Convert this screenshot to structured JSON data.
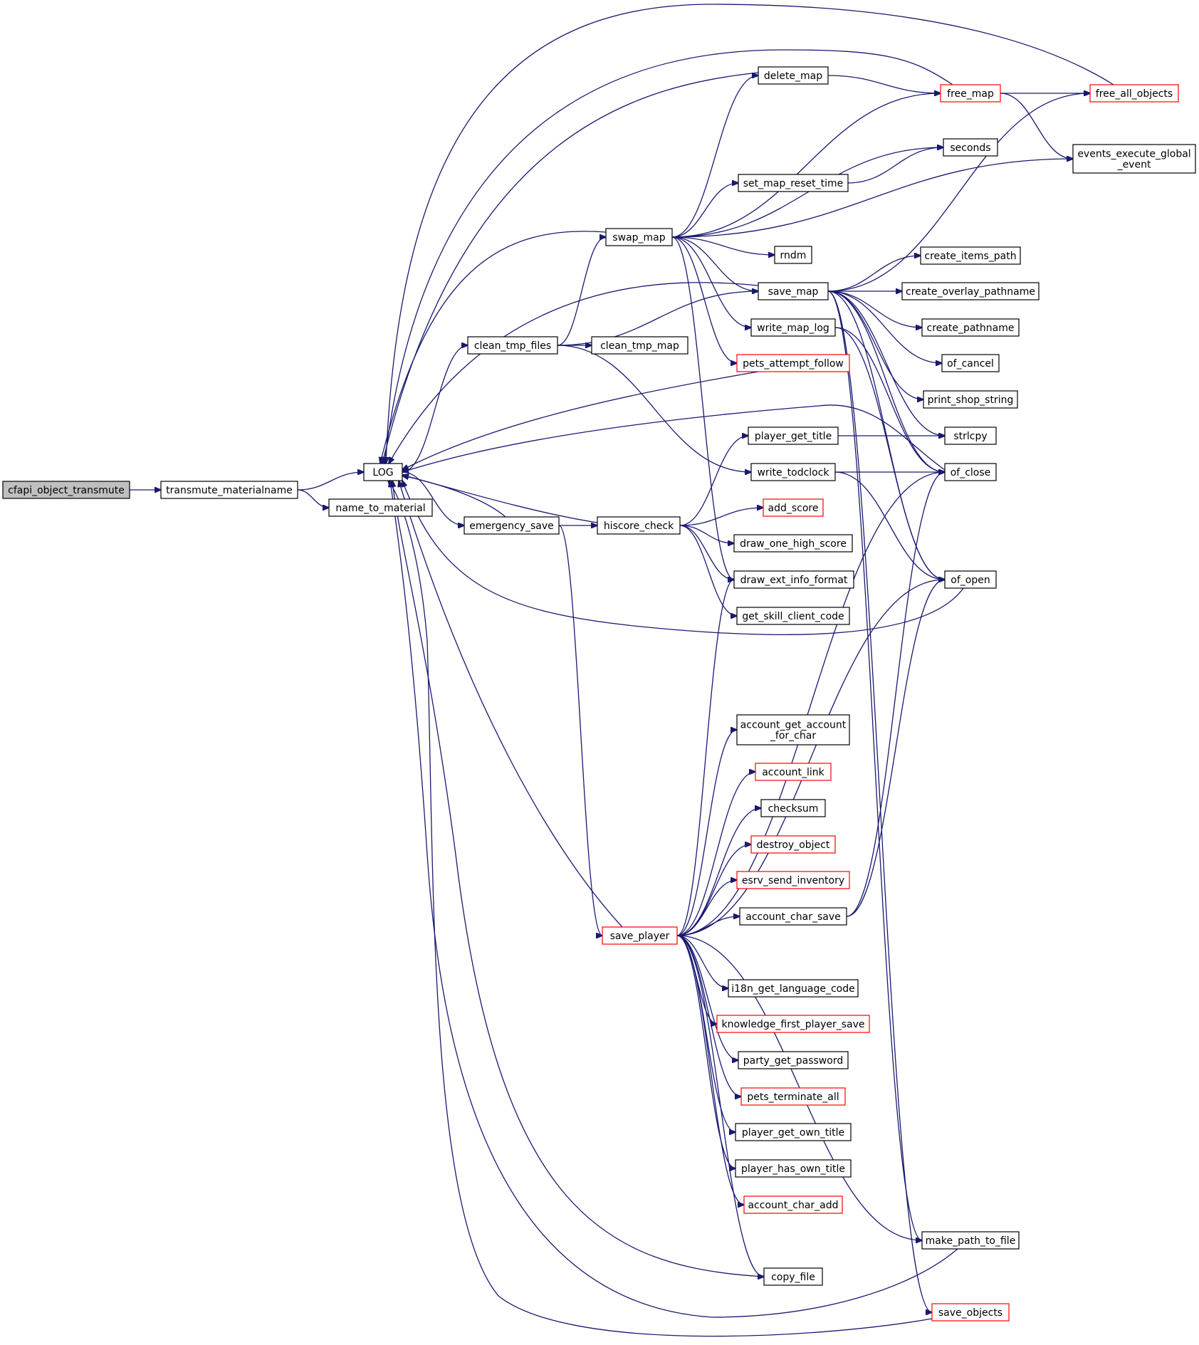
{
  "colors": {
    "edge": "#191970",
    "node_border_default": "#000000",
    "node_border_truncated": "#ff0000",
    "root_fill": "#bfbfbf",
    "node_fill": "#ffffff"
  },
  "nodes": {
    "cfapi_object_transmute": {
      "label": "cfapi_object_transmute",
      "style": "root"
    },
    "transmute_materialname": {
      "label": "transmute_materialname",
      "style": "normal"
    },
    "LOG": {
      "label": "LOG",
      "style": "normal"
    },
    "name_to_material": {
      "label": "name_to_material",
      "style": "normal"
    },
    "clean_tmp_files": {
      "label": "clean_tmp_files",
      "style": "normal"
    },
    "emergency_save": {
      "label": "emergency_save",
      "style": "normal"
    },
    "swap_map": {
      "label": "swap_map",
      "style": "normal"
    },
    "clean_tmp_map": {
      "label": "clean_tmp_map",
      "style": "normal"
    },
    "hiscore_check": {
      "label": "hiscore_check",
      "style": "normal"
    },
    "save_player": {
      "label": "save_player",
      "style": "truncated"
    },
    "delete_map": {
      "label": "delete_map",
      "style": "normal"
    },
    "set_map_reset_time": {
      "label": "set_map_reset_time",
      "style": "normal"
    },
    "rndm": {
      "label": "rndm",
      "style": "normal"
    },
    "save_map": {
      "label": "save_map",
      "style": "normal"
    },
    "write_map_log": {
      "label": "write_map_log",
      "style": "normal"
    },
    "pets_attempt_follow": {
      "label": "pets_attempt_follow",
      "style": "truncated"
    },
    "player_get_title": {
      "label": "player_get_title",
      "style": "normal"
    },
    "write_todclock": {
      "label": "write_todclock",
      "style": "normal"
    },
    "add_score": {
      "label": "add_score",
      "style": "truncated"
    },
    "draw_one_high_score": {
      "label": "draw_one_high_score",
      "style": "normal"
    },
    "draw_ext_info_format": {
      "label": "draw_ext_info_format",
      "style": "normal"
    },
    "get_skill_client_code": {
      "label": "get_skill_client_code",
      "style": "normal"
    },
    "account_get_account_for_char": {
      "label": "account_get_account\n_for_char",
      "style": "normal"
    },
    "account_link": {
      "label": "account_link",
      "style": "truncated"
    },
    "checksum": {
      "label": "checksum",
      "style": "normal"
    },
    "destroy_object": {
      "label": "destroy_object",
      "style": "truncated"
    },
    "esrv_send_inventory": {
      "label": "esrv_send_inventory",
      "style": "truncated"
    },
    "account_char_save": {
      "label": "account_char_save",
      "style": "normal"
    },
    "i18n_get_language_code": {
      "label": "i18n_get_language_code",
      "style": "normal"
    },
    "knowledge_first_player_save": {
      "label": "knowledge_first_player_save",
      "style": "truncated"
    },
    "party_get_password": {
      "label": "party_get_password",
      "style": "normal"
    },
    "pets_terminate_all": {
      "label": "pets_terminate_all",
      "style": "truncated"
    },
    "player_get_own_title": {
      "label": "player_get_own_title",
      "style": "normal"
    },
    "player_has_own_title": {
      "label": "player_has_own_title",
      "style": "normal"
    },
    "account_char_add": {
      "label": "account_char_add",
      "style": "truncated"
    },
    "copy_file": {
      "label": "copy_file",
      "style": "normal"
    },
    "free_map": {
      "label": "free_map",
      "style": "truncated"
    },
    "seconds": {
      "label": "seconds",
      "style": "normal"
    },
    "create_items_path": {
      "label": "create_items_path",
      "style": "normal"
    },
    "create_overlay_pathname": {
      "label": "create_overlay_pathname",
      "style": "normal"
    },
    "create_pathname": {
      "label": "create_pathname",
      "style": "normal"
    },
    "of_cancel": {
      "label": "of_cancel",
      "style": "normal"
    },
    "print_shop_string": {
      "label": "print_shop_string",
      "style": "normal"
    },
    "strlcpy": {
      "label": "strlcpy",
      "style": "normal"
    },
    "of_close": {
      "label": "of_close",
      "style": "normal"
    },
    "of_open": {
      "label": "of_open",
      "style": "normal"
    },
    "make_path_to_file": {
      "label": "make_path_to_file",
      "style": "normal"
    },
    "save_objects": {
      "label": "save_objects",
      "style": "truncated"
    },
    "free_all_objects": {
      "label": "free_all_objects",
      "style": "truncated"
    },
    "events_execute_global_event": {
      "label": "events_execute_global\n_event",
      "style": "normal"
    }
  },
  "edges": [
    [
      "cfapi_object_transmute",
      "transmute_materialname"
    ],
    [
      "transmute_materialname",
      "LOG"
    ],
    [
      "transmute_materialname",
      "name_to_material"
    ],
    [
      "LOG",
      "clean_tmp_files"
    ],
    [
      "LOG",
      "emergency_save"
    ],
    [
      "clean_tmp_files",
      "swap_map"
    ],
    [
      "clean_tmp_files",
      "clean_tmp_map"
    ],
    [
      "clean_tmp_files",
      "save_map"
    ],
    [
      "clean_tmp_files",
      "write_todclock"
    ],
    [
      "emergency_save",
      "hiscore_check"
    ],
    [
      "emergency_save",
      "save_player"
    ],
    [
      "emergency_save",
      "LOG"
    ],
    [
      "swap_map",
      "LOG"
    ],
    [
      "swap_map",
      "delete_map"
    ],
    [
      "swap_map",
      "free_map"
    ],
    [
      "swap_map",
      "seconds"
    ],
    [
      "swap_map",
      "set_map_reset_time"
    ],
    [
      "swap_map",
      "events_execute_global_event"
    ],
    [
      "swap_map",
      "rndm"
    ],
    [
      "swap_map",
      "save_map"
    ],
    [
      "swap_map",
      "write_map_log"
    ],
    [
      "swap_map",
      "pets_attempt_follow"
    ],
    [
      "swap_map",
      "draw_ext_info_format"
    ],
    [
      "delete_map",
      "free_map"
    ],
    [
      "delete_map",
      "LOG"
    ],
    [
      "free_map",
      "free_all_objects"
    ],
    [
      "free_map",
      "events_execute_global_event"
    ],
    [
      "free_map",
      "LOG"
    ],
    [
      "free_all_objects",
      "LOG"
    ],
    [
      "set_map_reset_time",
      "seconds"
    ],
    [
      "save_map",
      "LOG"
    ],
    [
      "save_map",
      "free_all_objects"
    ],
    [
      "save_map",
      "create_items_path"
    ],
    [
      "save_map",
      "create_overlay_pathname"
    ],
    [
      "save_map",
      "create_pathname"
    ],
    [
      "save_map",
      "of_cancel"
    ],
    [
      "save_map",
      "print_shop_string"
    ],
    [
      "save_map",
      "strlcpy"
    ],
    [
      "save_map",
      "of_close"
    ],
    [
      "save_map",
      "of_open"
    ],
    [
      "save_map",
      "make_path_to_file"
    ],
    [
      "save_map",
      "save_objects"
    ],
    [
      "write_map_log",
      "of_close"
    ],
    [
      "write_map_log",
      "of_open"
    ],
    [
      "pets_attempt_follow",
      "LOG"
    ],
    [
      "hiscore_check",
      "LOG"
    ],
    [
      "hiscore_check",
      "player_get_title"
    ],
    [
      "hiscore_check",
      "add_score"
    ],
    [
      "hiscore_check",
      "draw_one_high_score"
    ],
    [
      "hiscore_check",
      "draw_ext_info_format"
    ],
    [
      "hiscore_check",
      "get_skill_client_code"
    ],
    [
      "player_get_title",
      "strlcpy"
    ],
    [
      "write_todclock",
      "of_close"
    ],
    [
      "write_todclock",
      "of_open"
    ],
    [
      "of_open",
      "LOG"
    ],
    [
      "of_close",
      "LOG"
    ],
    [
      "save_player",
      "LOG"
    ],
    [
      "save_player",
      "draw_ext_info_format"
    ],
    [
      "save_player",
      "account_get_account_for_char"
    ],
    [
      "save_player",
      "account_link"
    ],
    [
      "save_player",
      "checksum"
    ],
    [
      "save_player",
      "destroy_object"
    ],
    [
      "save_player",
      "esrv_send_inventory"
    ],
    [
      "save_player",
      "account_char_save"
    ],
    [
      "save_player",
      "of_close"
    ],
    [
      "save_player",
      "of_open"
    ],
    [
      "save_player",
      "i18n_get_language_code"
    ],
    [
      "save_player",
      "knowledge_first_player_save"
    ],
    [
      "save_player",
      "party_get_password"
    ],
    [
      "save_player",
      "pets_terminate_all"
    ],
    [
      "save_player",
      "player_get_own_title"
    ],
    [
      "save_player",
      "player_has_own_title"
    ],
    [
      "save_player",
      "account_char_add"
    ],
    [
      "save_player",
      "make_path_to_file"
    ],
    [
      "save_player",
      "copy_file"
    ],
    [
      "account_char_save",
      "of_close"
    ],
    [
      "account_char_save",
      "of_open"
    ],
    [
      "copy_file",
      "LOG"
    ],
    [
      "make_path_to_file",
      "LOG"
    ],
    [
      "save_objects",
      "LOG"
    ]
  ]
}
